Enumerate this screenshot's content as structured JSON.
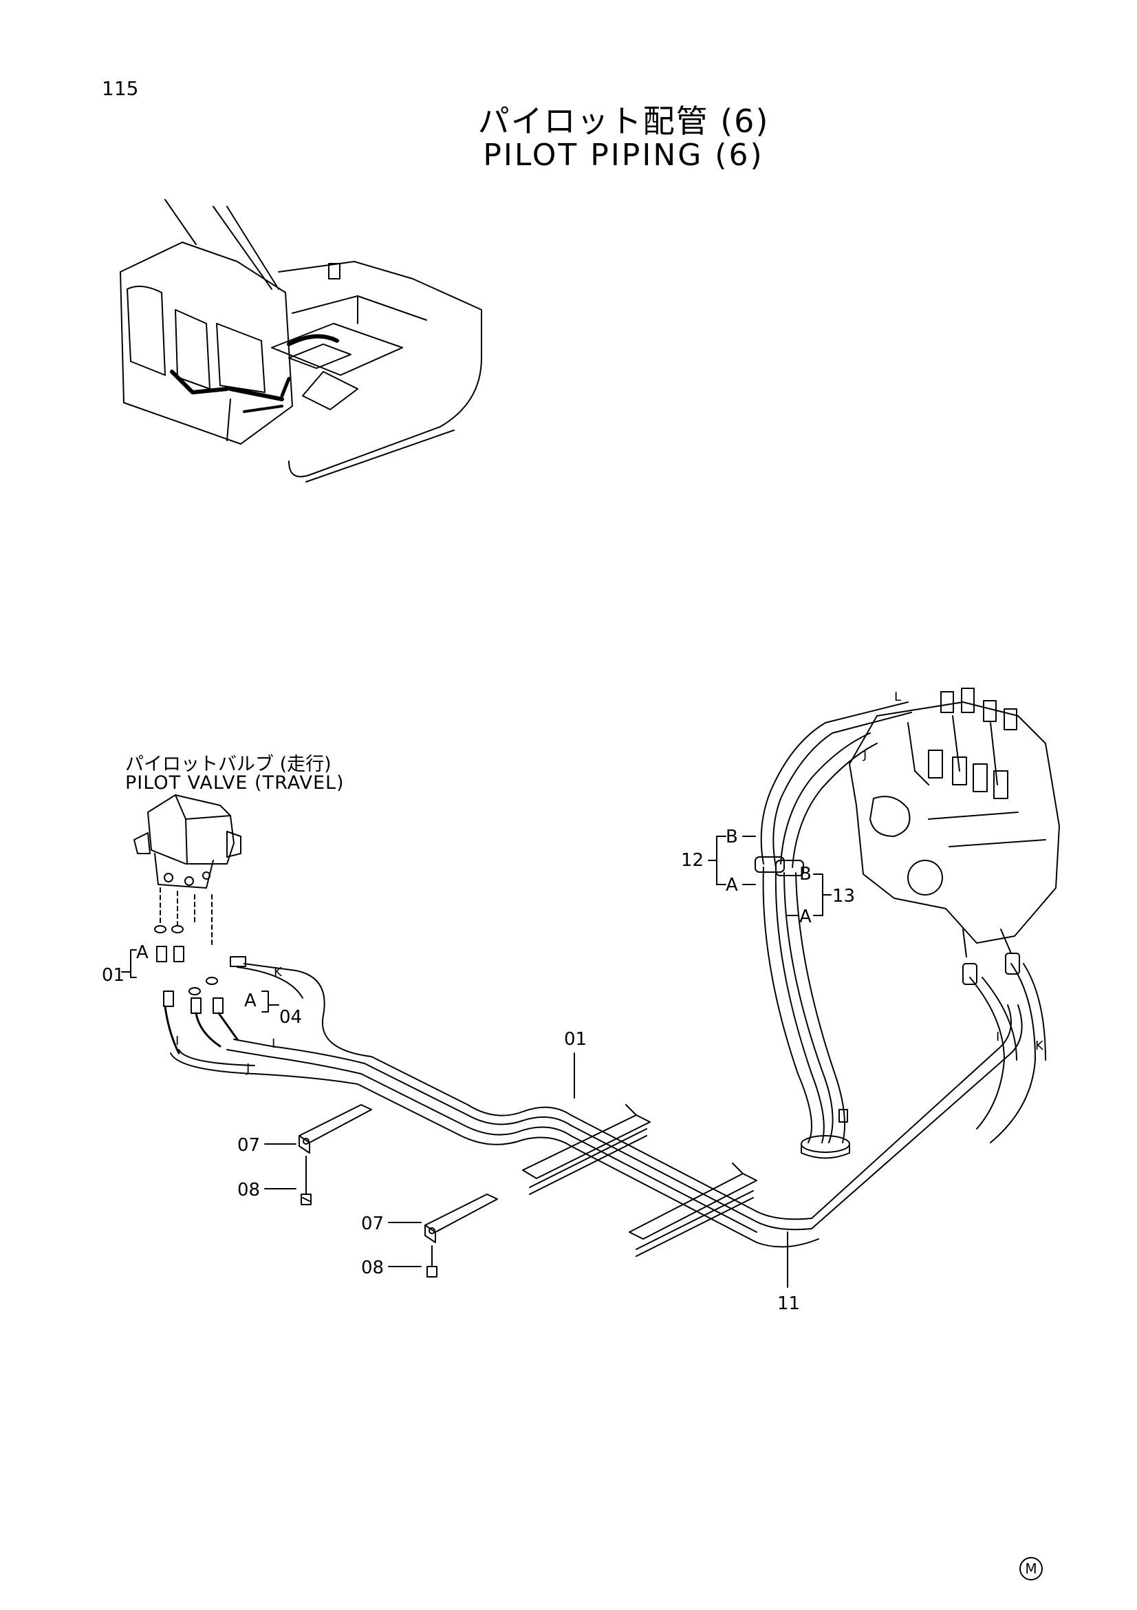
{
  "page_number": "115",
  "title_jp": "パイロット配管 (6)",
  "title_en": "PILOT PIPING (6)",
  "component": {
    "label_jp": "パイロットバルブ (走行)",
    "label_en": "PILOT VALVE (TRAVEL)"
  },
  "callouts": {
    "p01_left": "01",
    "p01_mid": "01",
    "p04": "04",
    "p07_a": "07",
    "p07_b": "07",
    "p08_a": "08",
    "p08_b": "08",
    "p11": "11",
    "p12": "12",
    "p13": "13"
  },
  "letters": {
    "a1": "A",
    "a2": "A",
    "b12": "B",
    "a12": "A",
    "b13": "B",
    "a13": "A",
    "k1": "K",
    "k2": "K",
    "l1": "L",
    "l2": "L",
    "i1": "I",
    "i2": "I",
    "j1": "J",
    "j2": "J"
  },
  "mark": "M"
}
